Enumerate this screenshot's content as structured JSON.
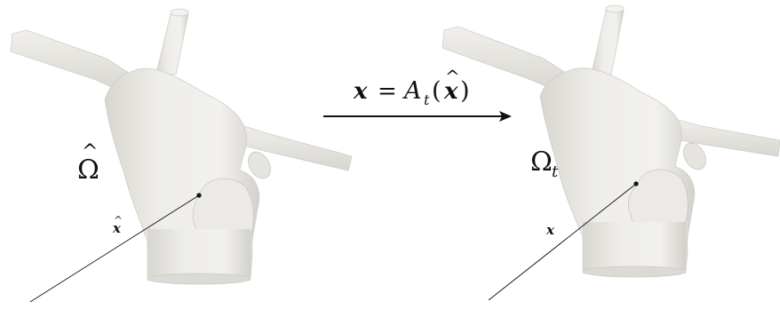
{
  "figure": {
    "left_domain_label": "Ω",
    "left_domain_hat": "^",
    "right_domain_label": "Ω",
    "right_domain_subscript": "t",
    "left_point_label": "x",
    "left_point_hat": "^",
    "right_point_label": "x",
    "mapping": {
      "lhs": "x",
      "equals": "=",
      "operator": "A",
      "operator_subscript": "t",
      "open_paren": "(",
      "argument": "x",
      "argument_hat": "^",
      "close_paren": ")"
    },
    "colors": {
      "surface": "#eeede9",
      "surface_shade": "#d9d7d1",
      "ink": "#111111"
    }
  }
}
